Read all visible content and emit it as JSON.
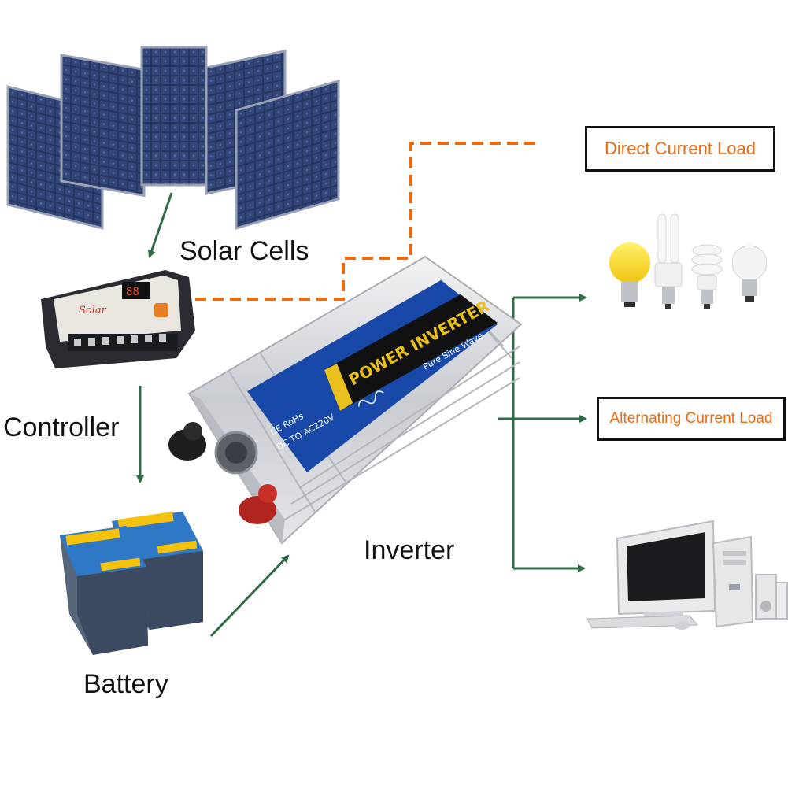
{
  "labels": {
    "solar_cells": "Solar Cells",
    "controller": "Controller",
    "battery": "Battery",
    "inverter": "Inverter",
    "dc_load": "Direct Current Load",
    "ac_load": "Alternating Current Load"
  },
  "controller_device": {
    "brand_text": "Solar",
    "display_text": "88"
  },
  "inverter_device": {
    "title": "POWER INVERTER",
    "subtitle": "Pure Sine Wave",
    "cert_text": "CE RoHs",
    "spec_text": "DC TO AC220V"
  },
  "colors": {
    "flow_arrow": "#2f6b45",
    "dc_dashed_line": "#ea6b12",
    "box_text": "#ec6a12",
    "panel_blue": "#1e3160",
    "inverter_stripe": "#1849a8",
    "inverter_gold": "#e9bf1d"
  }
}
